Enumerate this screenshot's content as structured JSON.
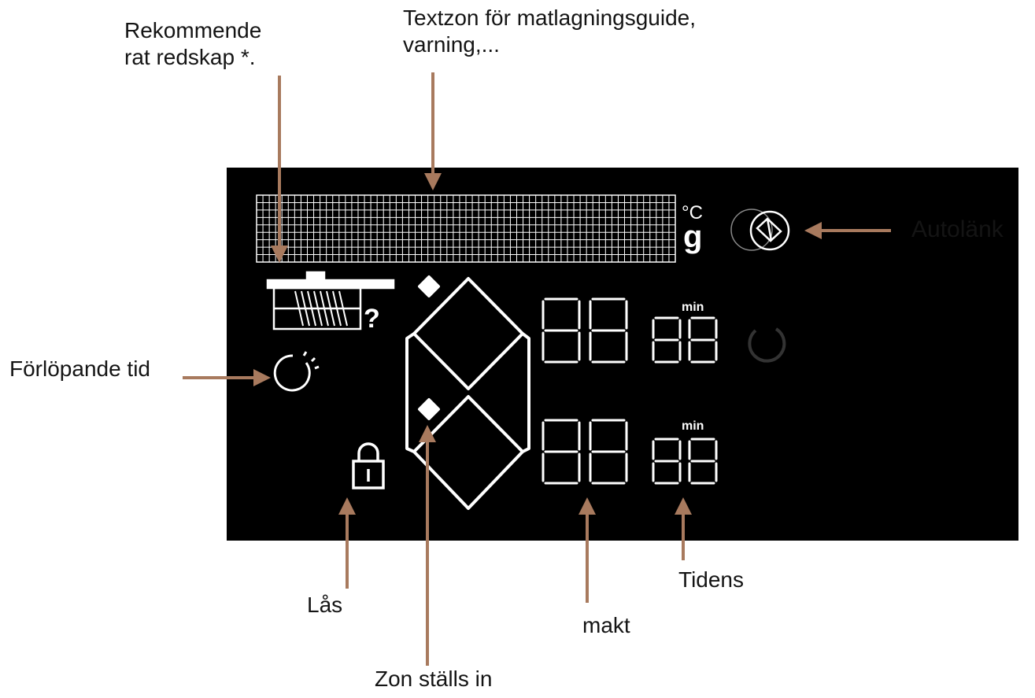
{
  "labels": {
    "recommended_utensil": "Rekommende\nrat redskap *.",
    "text_zone": "Textzon för matlagningsguide,\nvarning,...",
    "autolink": "Autolänk",
    "elapsed_time": "Förlöpande tid",
    "lock": "Lås",
    "power": "makt",
    "timer": "Tidens",
    "zone_setting": "Zon ställs in"
  },
  "display": {
    "unit_celsius": "°C",
    "unit_gram": "g",
    "min_top": "min",
    "min_bottom": "min",
    "question_mark": "?",
    "power_top": "88",
    "timer_top": "88",
    "power_bottom": "88",
    "timer_bottom": "88"
  },
  "colors": {
    "panel": "#000000",
    "segments": "#ffffff",
    "arrow": "#a87a5e"
  }
}
